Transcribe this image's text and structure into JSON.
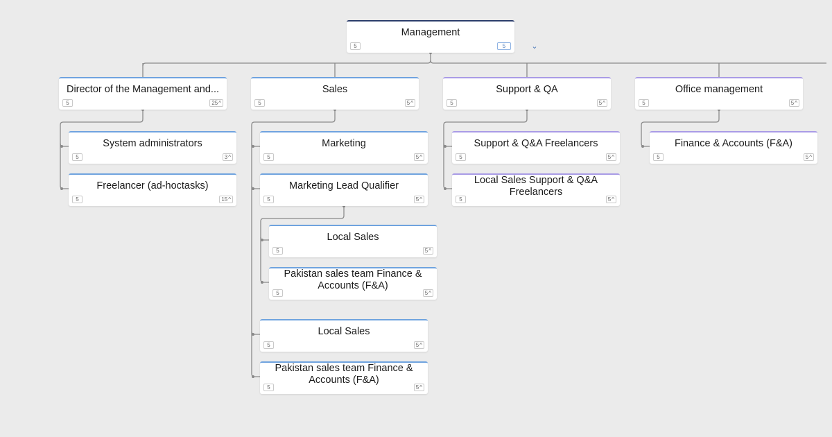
{
  "colors": {
    "background": "#ebebeb",
    "connector": "#8a8a8a",
    "blue_accent": "#6fa3df",
    "purple_accent": "#a99be6",
    "navy_accent": "#2b3d6b"
  },
  "expand_toggle": {
    "icon": "chevron-down-icon",
    "glyph": "⌄"
  },
  "nodes": [
    {
      "id": "management",
      "title": "Management",
      "left_count": "5",
      "right_count": "5",
      "accent": "navy",
      "expandable": false
    },
    {
      "id": "director",
      "title": "Director of the Management and...",
      "left_count": "5",
      "right_count": "25",
      "accent": "blue",
      "expandable": true
    },
    {
      "id": "sales",
      "title": "Sales",
      "left_count": "5",
      "right_count": "5",
      "accent": "blue",
      "expandable": true
    },
    {
      "id": "support-qa",
      "title": "Support & QA",
      "left_count": "5",
      "right_count": "5",
      "accent": "purple",
      "expandable": true
    },
    {
      "id": "office-management",
      "title": "Office management",
      "left_count": "5",
      "right_count": "5",
      "accent": "purple",
      "expandable": true
    },
    {
      "id": "system-administrators",
      "title": "System administrators",
      "left_count": "5",
      "right_count": "3",
      "accent": "blue",
      "expandable": true
    },
    {
      "id": "freelancer-adhoc",
      "title": "Freelancer (ad-hoctasks)",
      "left_count": "5",
      "right_count": "15",
      "accent": "blue",
      "expandable": true
    },
    {
      "id": "marketing",
      "title": "Marketing",
      "left_count": "5",
      "right_count": "5",
      "accent": "blue",
      "expandable": true
    },
    {
      "id": "marketing-lead-qualifier",
      "title": "Marketing Lead Qualifier",
      "left_count": "5",
      "right_count": "5",
      "accent": "blue",
      "expandable": true
    },
    {
      "id": "local-sales-1",
      "title": "Local Sales",
      "left_count": "5",
      "right_count": "5",
      "accent": "blue",
      "expandable": true
    },
    {
      "id": "pakistan-sales-1",
      "title": "Pakistan sales team Finance & Accounts (F&A)",
      "left_count": "5",
      "right_count": "5",
      "accent": "blue",
      "expandable": true
    },
    {
      "id": "local-sales-2",
      "title": "Local Sales",
      "left_count": "5",
      "right_count": "5",
      "accent": "blue",
      "expandable": true
    },
    {
      "id": "pakistan-sales-2",
      "title": "Pakistan sales team Finance & Accounts (F&A)",
      "left_count": "5",
      "right_count": "5",
      "accent": "blue",
      "expandable": true
    },
    {
      "id": "support-qa-freelancers",
      "title": "Support & Q&A Freelancers",
      "left_count": "5",
      "right_count": "5",
      "accent": "purple",
      "expandable": true
    },
    {
      "id": "local-sales-support-freelancers",
      "title": "Local Sales Support & Q&A Freelancers",
      "left_count": "5",
      "right_count": "5",
      "accent": "purple",
      "expandable": true
    },
    {
      "id": "finance-accounts",
      "title": "Finance & Accounts (F&A)",
      "left_count": "5",
      "right_count": "5",
      "accent": "purple",
      "expandable": true
    }
  ],
  "edges": [
    {
      "from": "management",
      "to": "director"
    },
    {
      "from": "management",
      "to": "sales"
    },
    {
      "from": "management",
      "to": "support-qa"
    },
    {
      "from": "management",
      "to": "office-management"
    },
    {
      "from": "director",
      "to": "system-administrators"
    },
    {
      "from": "director",
      "to": "freelancer-adhoc"
    },
    {
      "from": "sales",
      "to": "marketing"
    },
    {
      "from": "sales",
      "to": "marketing-lead-qualifier"
    },
    {
      "from": "sales",
      "to": "local-sales-2"
    },
    {
      "from": "sales",
      "to": "pakistan-sales-2"
    },
    {
      "from": "marketing-lead-qualifier",
      "to": "local-sales-1"
    },
    {
      "from": "marketing-lead-qualifier",
      "to": "pakistan-sales-1"
    },
    {
      "from": "support-qa",
      "to": "support-qa-freelancers"
    },
    {
      "from": "support-qa",
      "to": "local-sales-support-freelancers"
    },
    {
      "from": "office-management",
      "to": "finance-accounts"
    }
  ]
}
